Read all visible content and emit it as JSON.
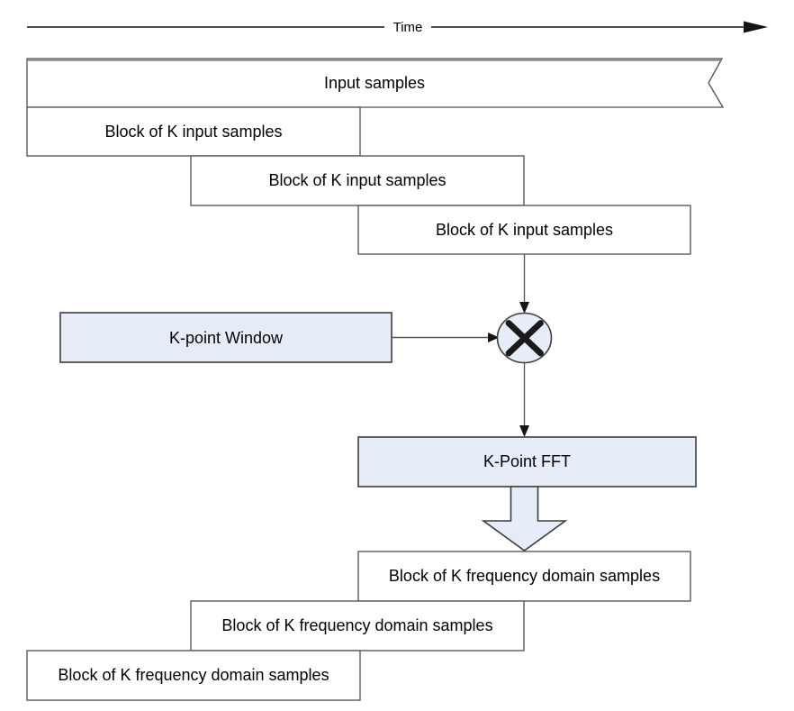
{
  "diagram": {
    "time_axis": {
      "label": "Time"
    },
    "input_stream": {
      "label": "Input samples"
    },
    "input_blocks": [
      {
        "label": "Block of K input samples"
      },
      {
        "label": "Block of K input samples"
      },
      {
        "label": "Block of K input samples"
      }
    ],
    "window_box": {
      "label": "K-point Window"
    },
    "multiply": {
      "symbol": "×"
    },
    "fft_box": {
      "label": "K-Point FFT"
    },
    "output_blocks": [
      {
        "label": "Block of K frequency domain samples"
      },
      {
        "label": "Block of K frequency domain samples"
      },
      {
        "label": "Block of K frequency domain samples"
      }
    ],
    "colors": {
      "shaded_fill": "#e6edf8",
      "plain_fill": "#ffffff",
      "plain_border": "#4f4f4f",
      "shaded_border": "#3d3d3d",
      "connector": "#595959",
      "arrowhead": "#141414",
      "input_top_edge": "#8a8a8a",
      "text": "#000000"
    }
  }
}
